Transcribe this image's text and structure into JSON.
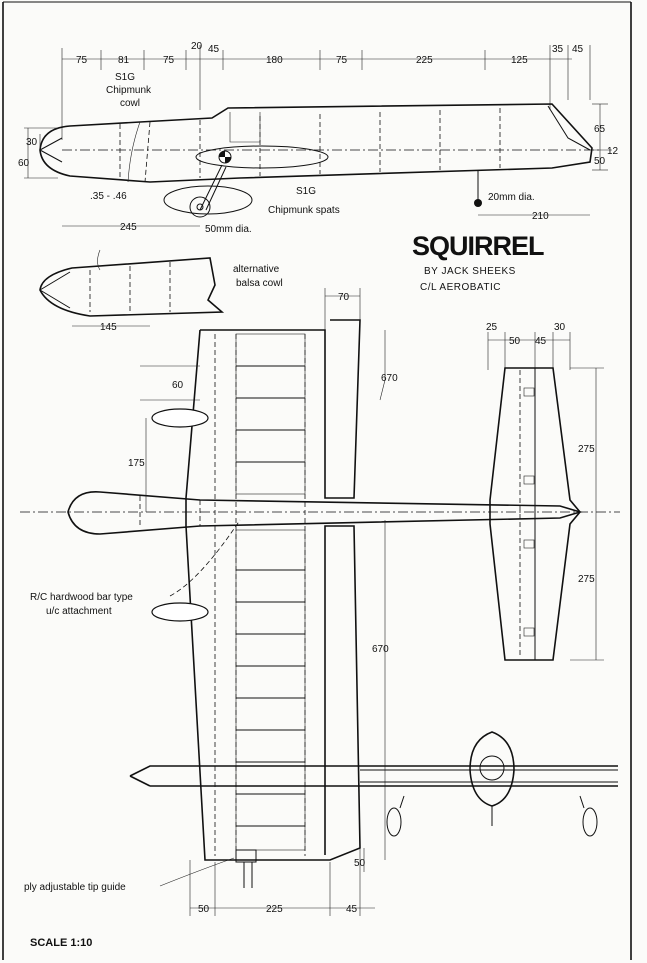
{
  "title": "SQUIRREL",
  "author": "BY JACK SHEEKS",
  "subtitle": "C/L AEROBATIC",
  "scale": "SCALE 1:10",
  "side_view": {
    "top_dims": [
      "75",
      "81",
      "75",
      "20",
      "45",
      "180",
      "75",
      "225",
      "125",
      "35",
      "45"
    ],
    "height_dims": [
      "30",
      "60",
      "65",
      "50",
      "12"
    ],
    "engine_range": ".35 - .46",
    "cowl_note_1": "S1G",
    "cowl_note_2": "Chipmunk",
    "cowl_note_3": "cowl",
    "spats_note_1": "S1G",
    "spats_note_2": "Chipmunk spats",
    "wheel_dia": "50mm dia.",
    "tailwheel_dia": "20mm dia.",
    "tail_dim": "210"
  },
  "alt_cowl": {
    "length": "245",
    "label_1": "alternative",
    "label_2": "balsa cowl",
    "width": "145"
  },
  "plan_view": {
    "dim_70": "70",
    "dim_60": "60",
    "dim_175": "175",
    "halfspan": "670",
    "halfspan_2": "670",
    "dim_50_tip": "50",
    "bottom_dims": [
      "50",
      "225",
      "45"
    ],
    "uc_note_1": "R/C hardwood bar type",
    "uc_note_2": "u/c attachment",
    "tip_guide": "ply adjustable tip guide"
  },
  "tail_view": {
    "top_dims": [
      "25",
      "50",
      "45",
      "30"
    ],
    "span_dims": [
      "275",
      "275"
    ]
  }
}
